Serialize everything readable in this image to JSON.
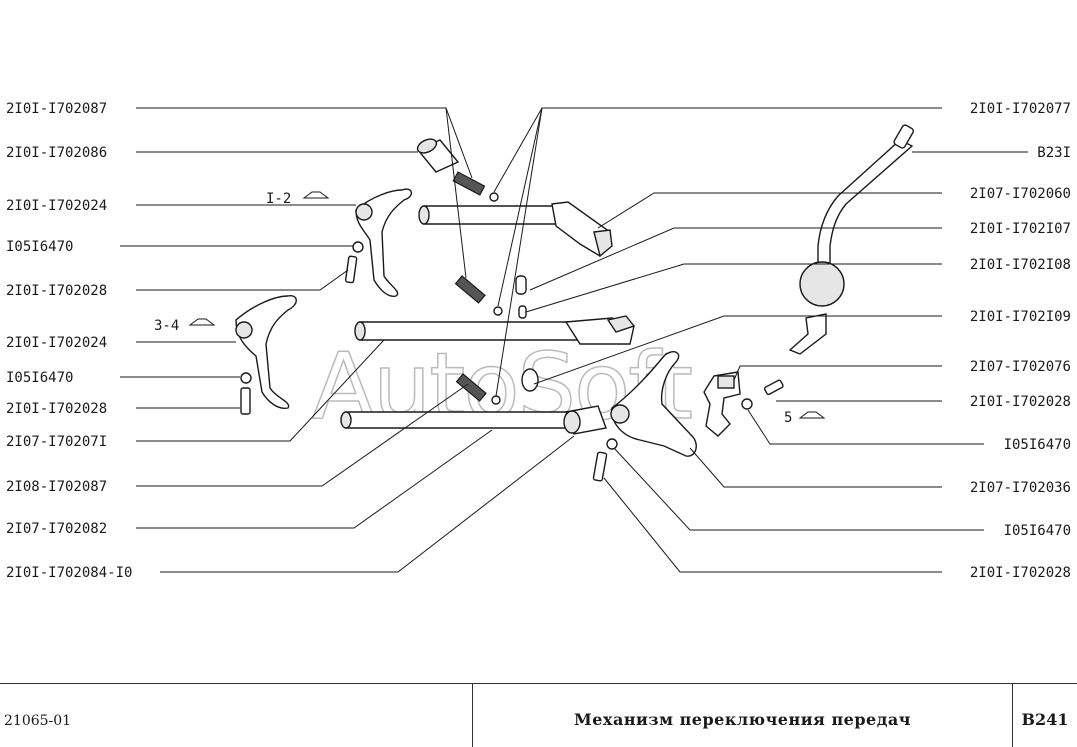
{
  "watermark": "AutoSoft",
  "left_labels": [
    "2I0I-I702087",
    "2I0I-I702086",
    "2I0I-I702024",
    "I05I6470",
    "2I0I-I702028",
    "2I0I-I702024",
    "I05I6470",
    "2I0I-I702028",
    "2I07-I70207I",
    "2I08-I702087",
    "2I07-I702082",
    "2I0I-I702084-I0"
  ],
  "right_labels": [
    "2I0I-I702077",
    "B23I",
    "2I07-I702060",
    "2I0I-I702I07",
    "2I0I-I702I08",
    "2I0I-I702I09",
    "2I07-I702076",
    "2I0I-I702028",
    "I05I6470",
    "2I07-I702036",
    "I05I6470",
    "2I0I-I702028"
  ],
  "gear_marks": [
    "I-2",
    "3-4",
    "5"
  ],
  "footer": {
    "model_code": "21065-01",
    "title": "Механизм переключения передач",
    "page_code": "B241"
  }
}
